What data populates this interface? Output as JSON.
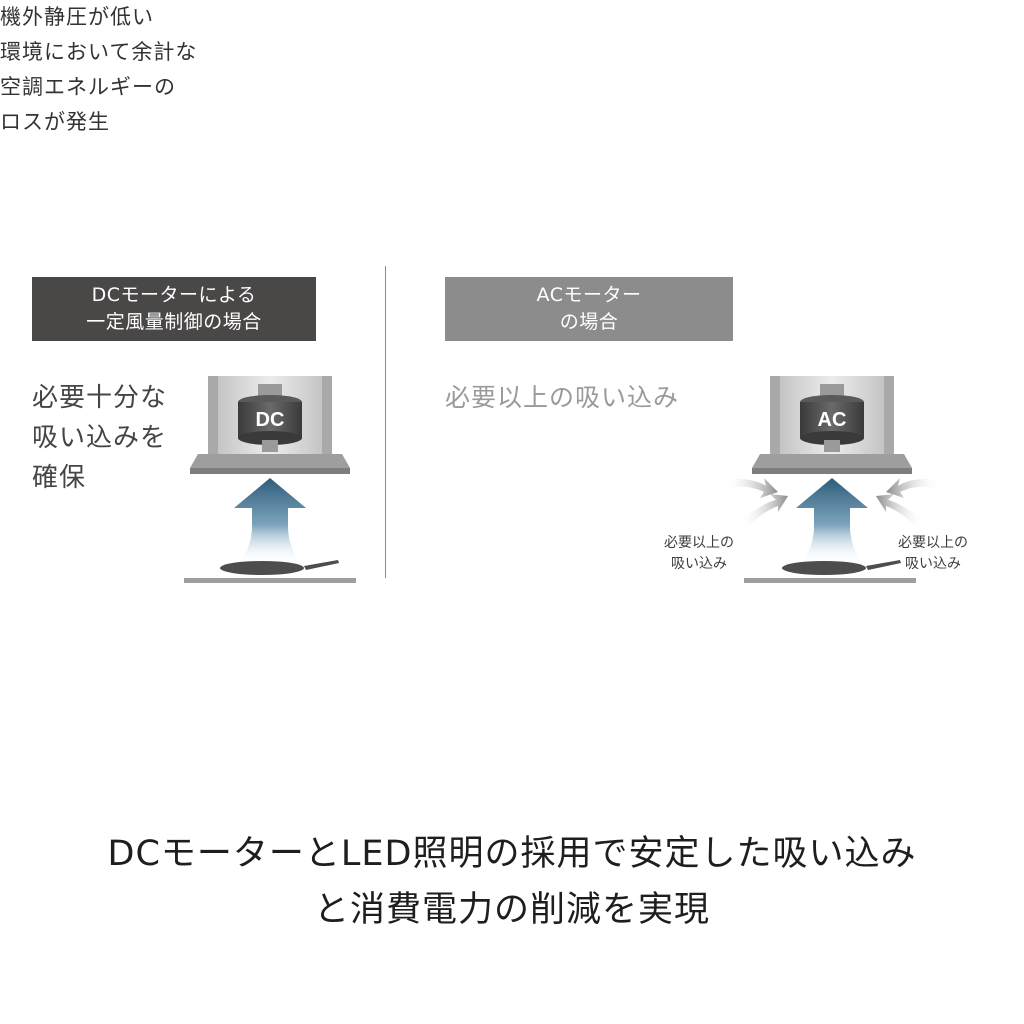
{
  "dc_panel": {
    "header": [
      "DCモーターによる",
      "一定風量制御の場合"
    ],
    "description": [
      "必要十分な",
      "吸い込みを",
      "確保"
    ],
    "motor_label": "DC"
  },
  "ac_panel": {
    "header": [
      "ACモーター",
      "の場合"
    ],
    "heading": "必要以上の吸い込み",
    "description": [
      "機外静圧が低い",
      "環境において余計な",
      "空調エネルギーの",
      "ロスが発生"
    ],
    "motor_label": "AC",
    "side_label_left": [
      "必要以上の",
      "吸い込み"
    ],
    "side_label_right": [
      "必要以上の",
      "吸い込み"
    ]
  },
  "footer": [
    "DCモーターとLED照明の採用で安定した吸い込み",
    "と消費電力の削減を実現"
  ],
  "colors": {
    "dc_header_bg": "#4a4747",
    "ac_header_bg": "#8d8c8c",
    "arrow_blue": "#2e5d7a",
    "hood_gray": "#c8c8c8",
    "motor_dark": "#4d4d4d"
  },
  "icons": [
    "range-hood-icon",
    "motor-icon",
    "upward-airflow-arrow-icon",
    "frying-pan-icon",
    "side-suction-arrow-icon"
  ]
}
